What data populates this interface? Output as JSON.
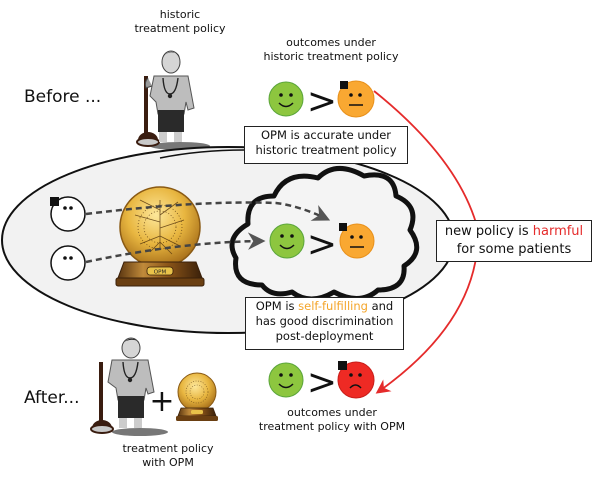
{
  "labels": {
    "before": "Before ...",
    "after": "After...",
    "historic_policy_line1": "historic",
    "historic_policy_line2": "treatment policy",
    "outcomes_historic_line1": "outcomes under",
    "outcomes_historic_line2": "historic treatment policy",
    "policy_with_opm_line1": "treatment policy",
    "policy_with_opm_line2": "with OPM",
    "outcomes_opm_line1": "outcomes under",
    "outcomes_opm_line2": "treatment policy with OPM",
    "greater_than": ">",
    "plus": "+",
    "opm_plaque": "OPM"
  },
  "boxes": {
    "accurate": {
      "line1": "OPM is accurate under",
      "line2": "historic treatment policy"
    },
    "self_fulfilling": {
      "line1_pre": "OPM is ",
      "line1_highlight": "self-fulfilling",
      "line1_post": " and",
      "line2": "has good discrimination",
      "line3": "post-deployment"
    },
    "harmful": {
      "line1_pre": "new policy is ",
      "line1_highlight": "harmful",
      "line2": "for some patients"
    }
  },
  "colors": {
    "happy_face": "#8dc63f",
    "neutral_face": "#f9a832",
    "sad_face": "#ee2a24",
    "harm_arrow": "#e52b2b",
    "highlight_orange": "#f4a52a",
    "ellipse_fill": "#f2f2f2"
  },
  "faces": {
    "happy": "smiling-face",
    "neutral": "neutral-face",
    "sad": "frowning-face",
    "blank": "unknown-outcome-face"
  }
}
